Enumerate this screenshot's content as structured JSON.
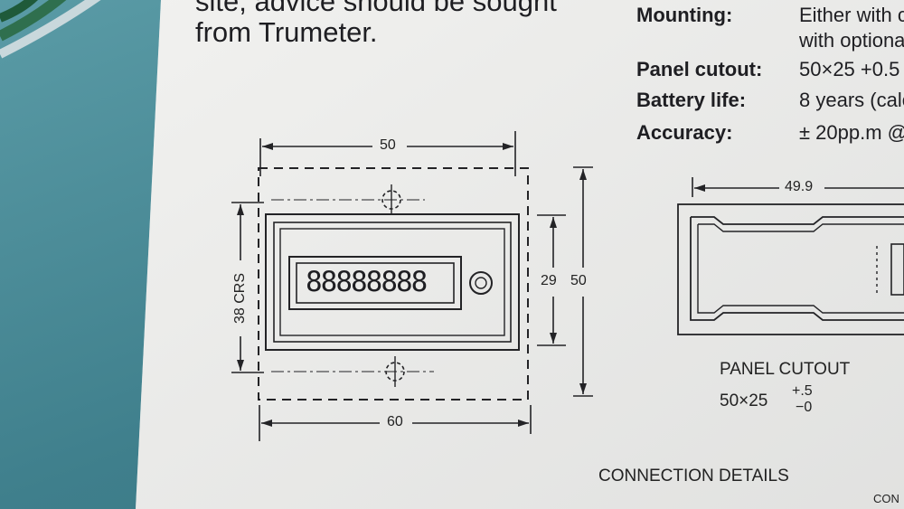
{
  "intro": {
    "line1": "site, advice should be sought",
    "line2": "from Trumeter."
  },
  "specs": [
    {
      "label": "Mounting:",
      "value": "Either with c"
    },
    {
      "label": "",
      "value": "with optiona"
    },
    {
      "label": "Panel cutout:",
      "value": "50×25 +0.5"
    },
    {
      "label": "Battery life:",
      "value": "8 years (calc"
    },
    {
      "label": "Accuracy:",
      "value": "± 20pp.m @"
    }
  ],
  "front_drawing": {
    "width_top": "50",
    "width_bottom": "60",
    "crs": "38 CRS",
    "height_inner": "29",
    "height_outer": "50",
    "display_digits": "88888888"
  },
  "cutout_drawing": {
    "width": "49.9",
    "caption": "PANEL CUTOUT",
    "size": "50×25",
    "tol_plus": "+.5",
    "tol_minus": "−0"
  },
  "section": {
    "connection": "CONNECTION DETAILS",
    "corner": "CON"
  }
}
